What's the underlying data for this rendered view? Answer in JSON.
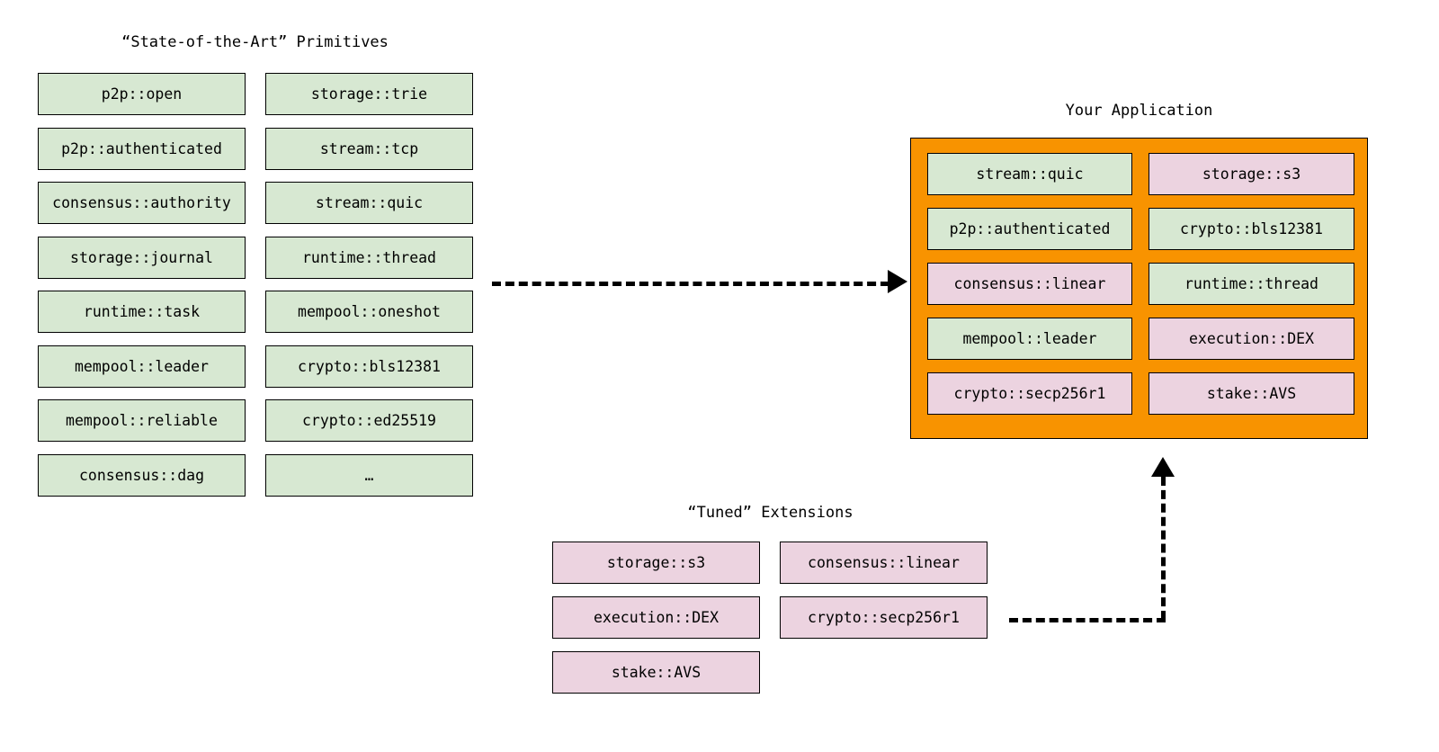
{
  "diagram": {
    "type": "block-diagram",
    "background_color": "#ffffff",
    "colors": {
      "primitive_fill": "#d7e8d2",
      "extension_fill": "#ecd3e0",
      "application_fill": "#f89300",
      "border": "#000000",
      "text": "#000000"
    }
  },
  "groups": {
    "primitives": {
      "caption": "“State-of-the-Art” Primitives",
      "left_column": [
        {
          "label": "p2p::open",
          "kind": "primitive"
        },
        {
          "label": "p2p::authenticated",
          "kind": "primitive"
        },
        {
          "label": "consensus::authority",
          "kind": "primitive"
        },
        {
          "label": "storage::journal",
          "kind": "primitive"
        },
        {
          "label": "runtime::task",
          "kind": "primitive"
        },
        {
          "label": "mempool::leader",
          "kind": "primitive"
        },
        {
          "label": "mempool::reliable",
          "kind": "primitive"
        },
        {
          "label": "consensus::dag",
          "kind": "primitive"
        }
      ],
      "right_column": [
        {
          "label": "storage::trie",
          "kind": "primitive"
        },
        {
          "label": "stream::tcp",
          "kind": "primitive"
        },
        {
          "label": "stream::quic",
          "kind": "primitive"
        },
        {
          "label": "runtime::thread",
          "kind": "primitive"
        },
        {
          "label": "mempool::oneshot",
          "kind": "primitive"
        },
        {
          "label": "crypto::bls12381",
          "kind": "primitive"
        },
        {
          "label": "crypto::ed25519",
          "kind": "primitive"
        },
        {
          "label": "…",
          "kind": "primitive"
        }
      ]
    },
    "application": {
      "caption": "Your Application",
      "left_column": [
        {
          "label": "stream::quic",
          "kind": "primitive"
        },
        {
          "label": "p2p::authenticated",
          "kind": "primitive"
        },
        {
          "label": "consensus::linear",
          "kind": "extension"
        },
        {
          "label": "mempool::leader",
          "kind": "primitive"
        },
        {
          "label": "crypto::secp256r1",
          "kind": "extension"
        }
      ],
      "right_column": [
        {
          "label": "storage::s3",
          "kind": "extension"
        },
        {
          "label": "crypto::bls12381",
          "kind": "primitive"
        },
        {
          "label": "runtime::thread",
          "kind": "primitive"
        },
        {
          "label": "execution::DEX",
          "kind": "extension"
        },
        {
          "label": "stake::AVS",
          "kind": "extension"
        }
      ]
    },
    "extensions": {
      "caption": "“Tuned” Extensions",
      "left_column": [
        {
          "label": "storage::s3",
          "kind": "extension"
        },
        {
          "label": "execution::DEX",
          "kind": "extension"
        },
        {
          "label": "stake::AVS",
          "kind": "extension"
        }
      ],
      "right_column": [
        {
          "label": "consensus::linear",
          "kind": "extension"
        },
        {
          "label": "crypto::secp256r1",
          "kind": "extension"
        }
      ]
    }
  },
  "connectors": [
    {
      "name": "primitives-to-application",
      "style": "dashed",
      "direction": "right",
      "from": "primitives",
      "to": "application"
    },
    {
      "name": "extensions-to-application",
      "style": "dashed",
      "direction": "up",
      "from": "extensions",
      "to": "application"
    }
  ]
}
